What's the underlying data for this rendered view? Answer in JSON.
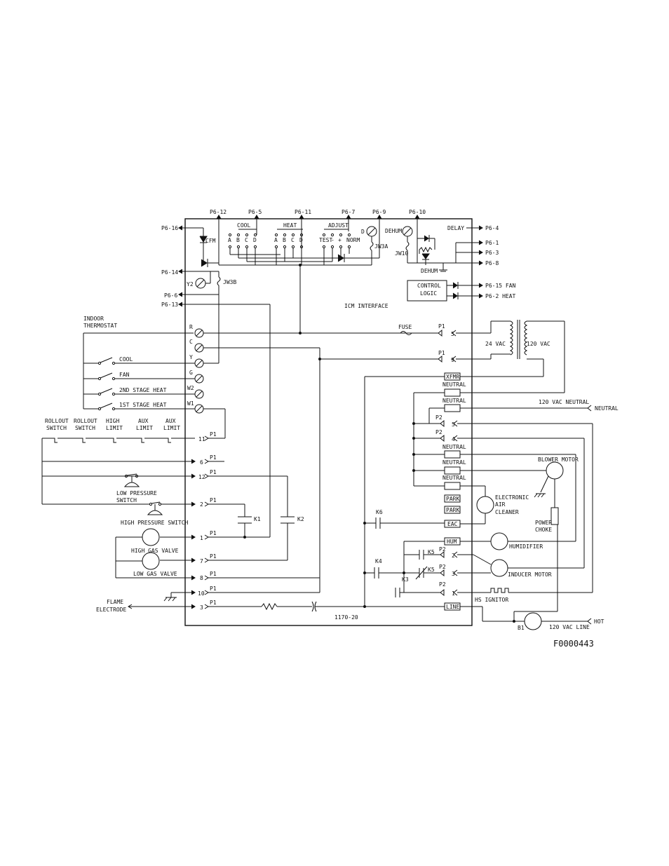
{
  "diagram": {
    "board_label": "ICM INTERFACE",
    "part_number": "1170-20",
    "figure_id": "F0000443",
    "indoor_thermostat": [
      "INDOOR",
      "THERMOSTAT"
    ],
    "pins_top": [
      "P6-12",
      "P6-5",
      "P6-11",
      "P6-7",
      "P6-9",
      "P6-10"
    ],
    "pins_left": [
      "P6-16",
      "P6-14",
      "P6-6",
      "P6-13"
    ],
    "pins_right": [
      "P6-4",
      "P6-1",
      "P6-3",
      "P6-8",
      "P6-15 FAN",
      "P6-2  HEAT"
    ],
    "dip_groups": [
      "COOL",
      "HEAT",
      "ADJUST"
    ],
    "dip_cool": [
      "A",
      "B",
      "C",
      "D"
    ],
    "dip_heat": [
      "A",
      "B",
      "C",
      "D"
    ],
    "dip_adjust": [
      "TEST",
      "-",
      "+",
      "NORM"
    ],
    "labels": {
      "cfm": "CFM",
      "jw3a": "JW3A",
      "jw3b": "JW3B",
      "jw10": "JW10",
      "dehum_top": "DEHUM",
      "dehum_led": "DEHUM",
      "delay": "DELAY",
      "control_logic": [
        "CONTROL",
        "LOGIC"
      ],
      "y2": "Y2",
      "d": "D",
      "fuse": "FUSE",
      "v24": "24 VAC",
      "v120": "120 VAC",
      "v120_neutral": "120 VAC NEUTRAL",
      "neutral": "NEUTRAL",
      "hot": "HOT",
      "v120_line": "120 VAC LINE",
      "b1": "B1",
      "line": "LINE",
      "hs_ignitor": "HS IGNITOR",
      "inducer_motor": "INDUCER MOTOR",
      "humidifier": "HUMIDIFIER",
      "eac_cleaner": [
        "ELECTRONIC",
        "AIR",
        "CLEANER"
      ],
      "blower_motor": "BLOWER MOTOR",
      "power_choke": [
        "POWER",
        "CHOKE"
      ],
      "flame_electrode": [
        "FLAME",
        "ELECTRODE"
      ],
      "low_pressure_switch": [
        "LOW PRESSURE",
        "SWITCH"
      ],
      "high_pressure_switch": "HIGH PRESSURE SWITCH",
      "high_gas_valve": "HIGH GAS VALVE",
      "low_gas_valve": "LOW GAS VALVE"
    },
    "thermostat_terminals": [
      "R",
      "C",
      "Y",
      "G",
      "W2",
      "W1"
    ],
    "thermostat_switches": [
      "COOL",
      "FAN",
      "2ND STAGE HEAT",
      "1ST STAGE HEAT"
    ],
    "limit_switches": [
      [
        "ROLLOUT",
        "SWITCH"
      ],
      [
        "ROLLOUT",
        "SWITCH"
      ],
      [
        "HIGH",
        "LIMIT"
      ],
      [
        "AUX",
        "LIMIT"
      ],
      [
        "AUX",
        "LIMIT"
      ]
    ],
    "p1_pins_left": [
      "11",
      "6",
      "12",
      "2",
      "1",
      "7",
      "8",
      "10",
      "3"
    ],
    "connector_p1": "P1",
    "connector_p2": "P2",
    "p1_right": [
      "5",
      "9"
    ],
    "p2_pins": [
      "5",
      "4",
      "2",
      "3",
      "1"
    ],
    "right_terminals": [
      "XFMR",
      "NEUTRAL",
      "NEUTRAL",
      "NEUTRAL",
      "NEUTRAL",
      "NEUTRAL",
      "PARK",
      "PARK",
      "EAC",
      "HUM",
      "LINE"
    ],
    "relays": [
      "K1",
      "K2",
      "K3",
      "K4",
      "K5",
      "K5",
      "K6"
    ]
  }
}
